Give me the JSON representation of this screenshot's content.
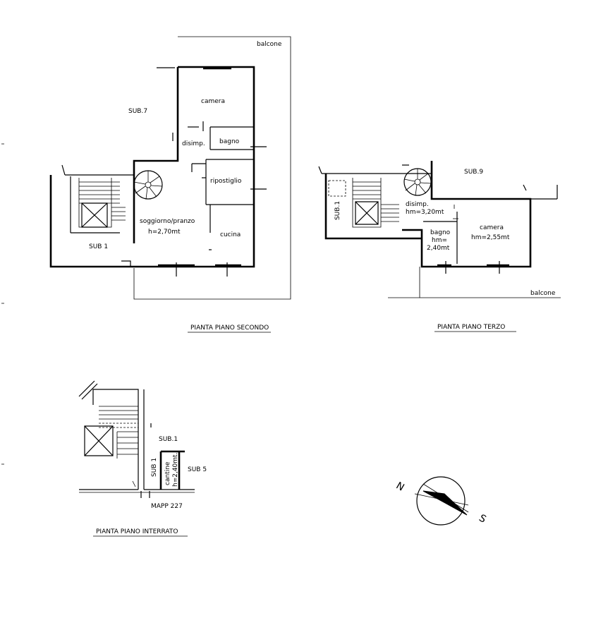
{
  "second_floor": {
    "title": "PIANTA PIANO SECONDO",
    "balcony": "balcone",
    "sub7": "SUB.7",
    "sub1": "SUB 1",
    "camera": "camera",
    "disimp": "disimp.",
    "bagno": "bagno",
    "ripostiglio": "ripostiglio",
    "soggiorno": "soggiorno/pranzo",
    "height": "h=2,70mt",
    "cucina": "cucina"
  },
  "third_floor": {
    "title": "PIANTA PIANO TERZO",
    "sub9": "SUB.9",
    "sub1": "SUB.1",
    "disimp": "disimp.",
    "disimp_height": "hm=3,20mt",
    "bagno": "bagno",
    "bagno_hm": "hm=",
    "bagno_height": "2,40mt",
    "camera": "camera",
    "camera_height": "hm=2,55mt",
    "balcony": "balcone"
  },
  "basement": {
    "title": "PIANTA PIANO INTERRATO",
    "sub1_top": "SUB.1",
    "sub1_side": "SUB 1",
    "cantine": "cantine",
    "cantine_height": "h=2,40mt.",
    "sub5": "SUB 5",
    "mapp": "MAPP 227"
  },
  "compass": {
    "north": "N",
    "south": "S"
  }
}
